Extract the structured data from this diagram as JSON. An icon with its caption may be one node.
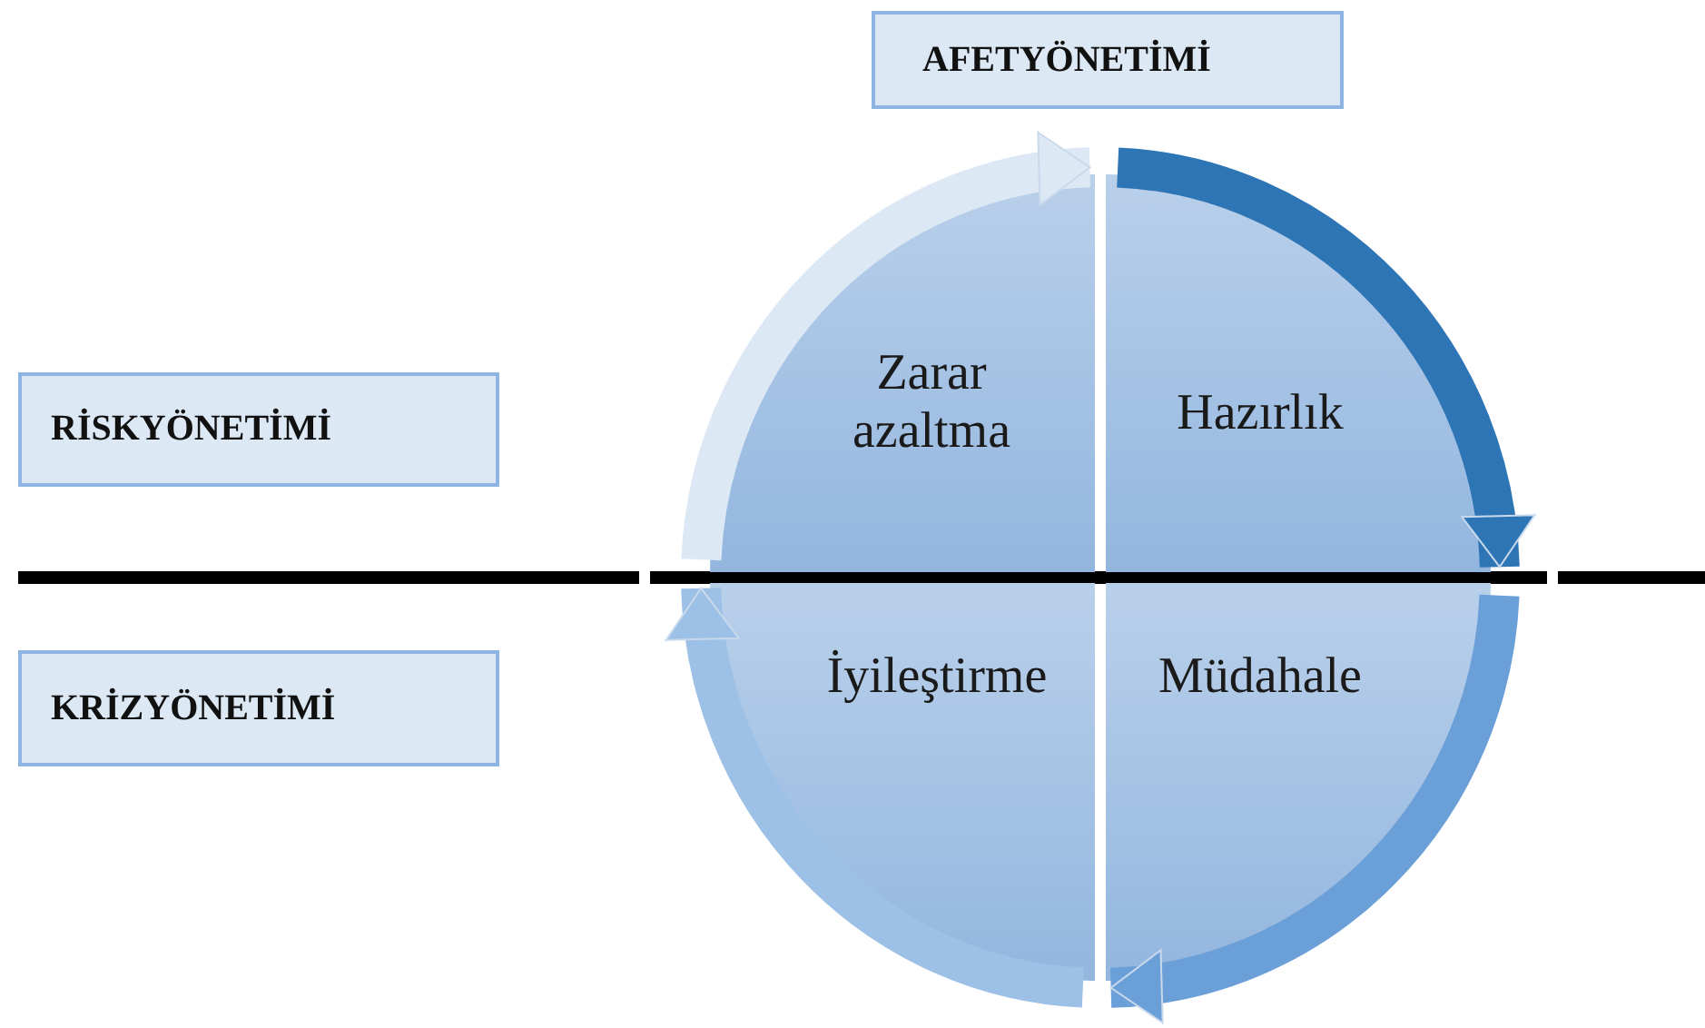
{
  "diagram": {
    "nodes": [
      {
        "text": [
          "AFETYÖNETİMİ"
        ]
      },
      {
        "text": [
          "RİSKYÖNETİMİ"
        ]
      },
      {
        "text": [
          "KRİZYÖNETİMİ"
        ]
      },
      {
        "text": [
          "Zarar azaltma"
        ]
      },
      {
        "text": [
          "Hazırlık"
        ]
      },
      {
        "text": [
          "Müdahale"
        ]
      },
      {
        "text": [
          "İyileştirme"
        ]
      }
    ],
    "edges": [
      {
        "from": 3,
        "to": 4,
        "arrow": "to",
        "color": "#dde8f5"
      },
      {
        "from": 4,
        "to": 5,
        "arrow": "to",
        "color": "#2e75b6"
      },
      {
        "from": 5,
        "to": 6,
        "arrow": "to",
        "color": "#6a9fd8"
      },
      {
        "from": 6,
        "to": 3,
        "arrow": "to",
        "color": "#9cc0e6"
      }
    ]
  }
}
